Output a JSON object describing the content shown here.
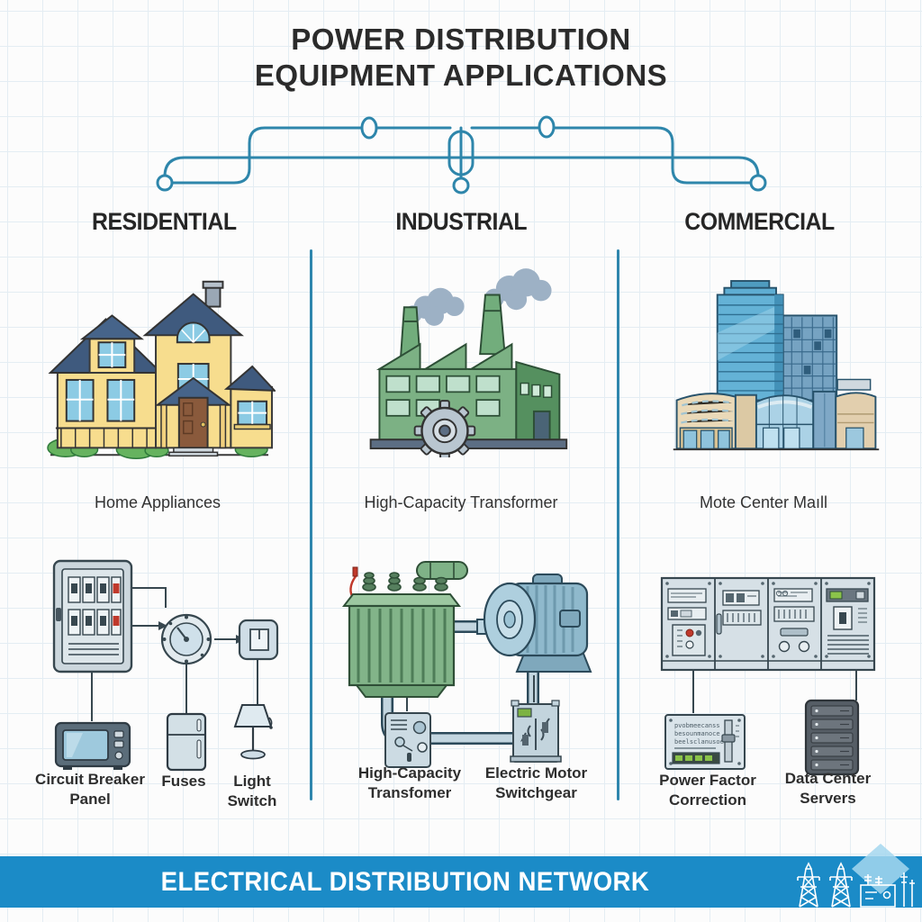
{
  "title": {
    "line1": "POWER DISTRIBUTION",
    "line2": "EQUIPMENT APPLICATIONS"
  },
  "sections": {
    "residential": {
      "header": "RESIDENTIAL",
      "illustration": "suburban-house",
      "caption": "Home Appliances",
      "equipment_labels": {
        "panel": "Circuit Breaker Panel",
        "fuses": "Fuses",
        "switch": "Light Switch"
      }
    },
    "industrial": {
      "header": "INDUSTRIAL",
      "illustration": "factory-with-gear",
      "caption": "High-Capacity Transformer",
      "equipment_labels": {
        "transformer": "High-Capacity Transfomer",
        "switchgear": "Electric Motor Switchgear"
      }
    },
    "commercial": {
      "header": "COMMERCIAL",
      "illustration": "office-towers-and-mall",
      "caption": "Mote Center Maıll",
      "equipment_labels": {
        "pfc": "Power Factor Correction",
        "servers": "Data Center Servers"
      }
    }
  },
  "footer": {
    "banner_label": "ELECTRICAL DISTRIBUTION NETWORK"
  },
  "decorative_text": {
    "pfc_line1": "pvobmeecanss",
    "pfc_line2": "besounmanoce",
    "pfc_line3": "beelsclanusoe"
  },
  "colors": {
    "connector_blue": "#2e86ab",
    "divider_blue": "#2f86ad",
    "banner_blue": "#1b8bc7",
    "title_text": "#2b2b2b",
    "house_yellow": "#f7dd8e",
    "roof_slate": "#3f5a7e",
    "window_blue": "#8ccbe4",
    "factory_green": "#7cb184",
    "transformer_green": "#82b489",
    "motor_blue": "#8fb9cc",
    "equipment_gray": "#ccd7dd",
    "alert_red": "#c0392b",
    "led_green": "#7cb342"
  }
}
